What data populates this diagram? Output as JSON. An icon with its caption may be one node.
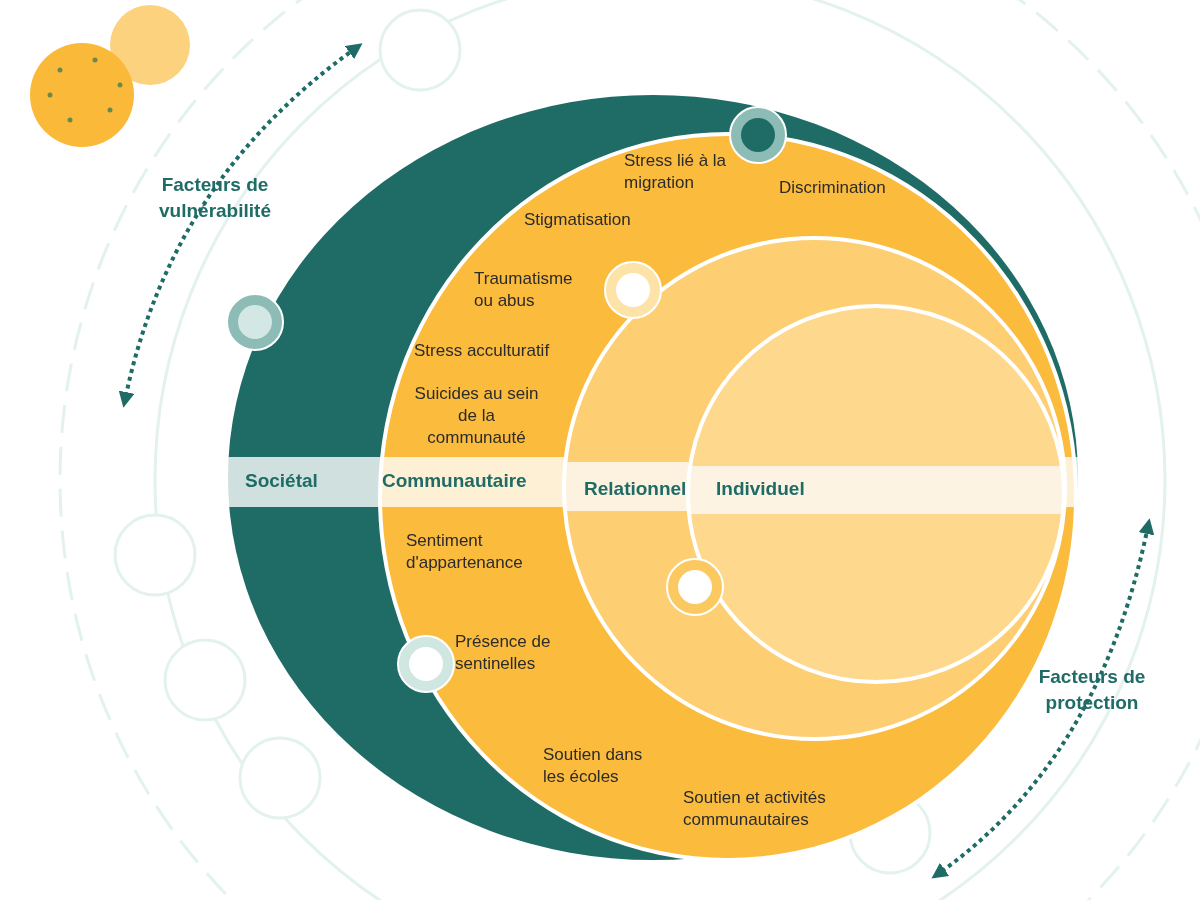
{
  "diagram": {
    "nodes": [
      {
        "text": [
          "Sociétal"
        ]
      },
      {
        "text": [
          "Communautaire",
          "Stress lié à la migration",
          "Discrimination",
          "Stigmatisation",
          "Traumatisme ou abus",
          "Stress acculturatif",
          "Suicides au sein de la communauté",
          "Sentiment d'appartenance",
          "Présence de sentinelles",
          "Soutien dans les écoles",
          "Soutien et activités communautaires"
        ],
        "in": 0
      },
      {
        "text": [
          "Relationnel"
        ],
        "in": 1
      },
      {
        "text": [
          "Individuel"
        ],
        "in": 2
      }
    ],
    "labels": [
      "Facteurs de vulnérabilité",
      "Facteurs de protection"
    ]
  }
}
